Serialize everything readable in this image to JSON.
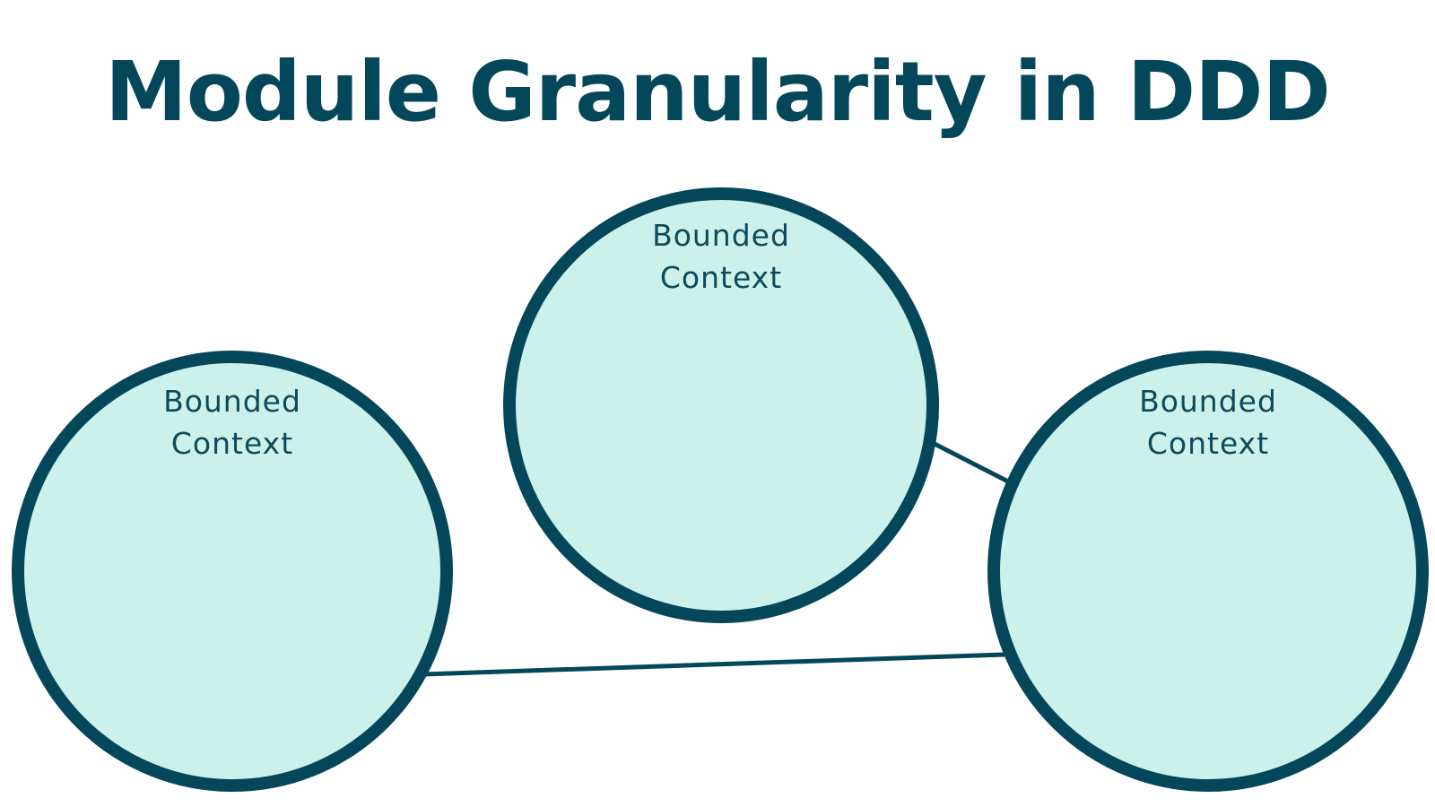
{
  "title": "Module Granularity in DDD",
  "colors": {
    "stroke": "#04475a",
    "fill": "#ccf1ea",
    "text": "#0c4a5c"
  },
  "contexts": [
    {
      "line1": "Bounded",
      "line2": "Context"
    },
    {
      "line1": "Bounded",
      "line2": "Context"
    },
    {
      "line1": "Bounded",
      "line2": "Context"
    }
  ]
}
